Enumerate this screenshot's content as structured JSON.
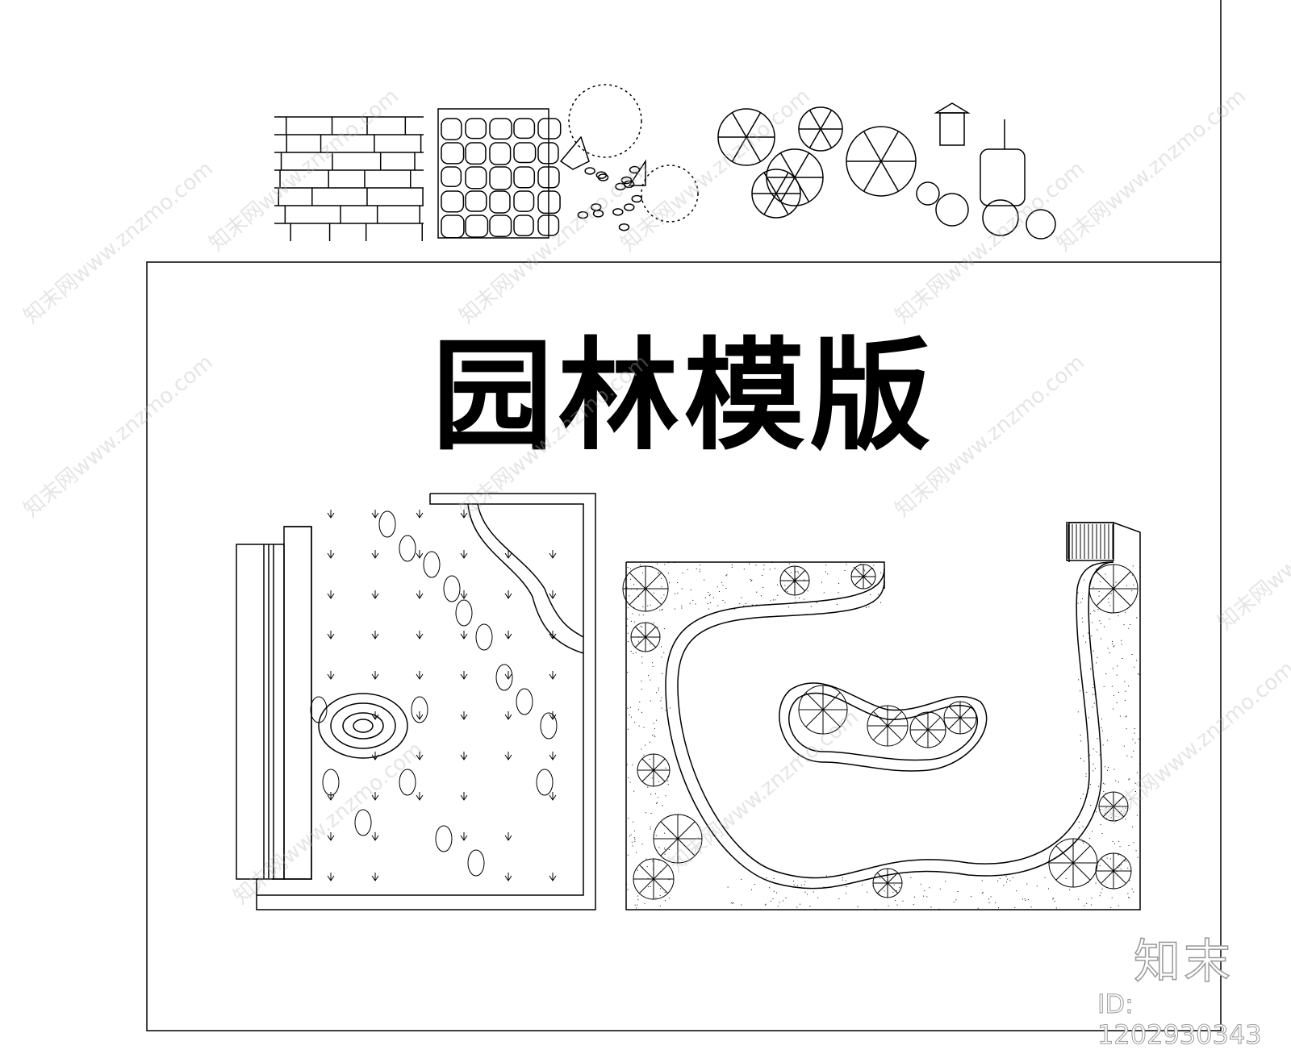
{
  "drawing": {
    "title": "园林模版",
    "sections": [
      "material-textures-strip",
      "left-garden-plan",
      "right-garden-plan"
    ]
  },
  "watermark": {
    "logo": "知末",
    "id_text": "ID: 1202930343",
    "repeat_text": "知末网www.znzmo.com"
  },
  "colors": {
    "line": "#000000",
    "watermark": "#999999"
  }
}
